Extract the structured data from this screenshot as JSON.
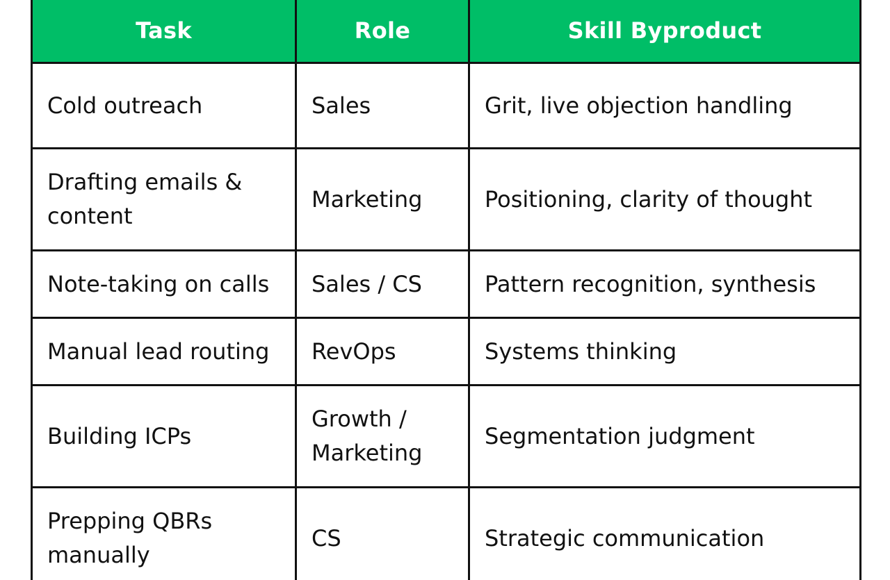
{
  "table": {
    "headers": [
      "Task",
      "Role",
      "Skill Byproduct"
    ],
    "rows": [
      {
        "task": "Cold outreach",
        "role": "Sales",
        "skill": "Grit, live objection handling"
      },
      {
        "task": "Drafting emails & content",
        "role": "Marketing",
        "skill": "Positioning, clarity of thought"
      },
      {
        "task": "Note-taking on calls",
        "role": "Sales / CS",
        "skill": "Pattern recognition, synthesis"
      },
      {
        "task": "Manual lead routing",
        "role": "RevOps",
        "skill": "Systems thinking"
      },
      {
        "task": "Building ICPs",
        "role": "Growth / Marketing",
        "skill": "Segmentation judgment"
      },
      {
        "task": "Prepping QBRs manually",
        "role": "CS",
        "skill": "Strategic communication"
      }
    ]
  },
  "colors": {
    "header_bg": "#00be67",
    "header_text": "#ffffff",
    "border": "#111111",
    "body_text": "#111111"
  }
}
